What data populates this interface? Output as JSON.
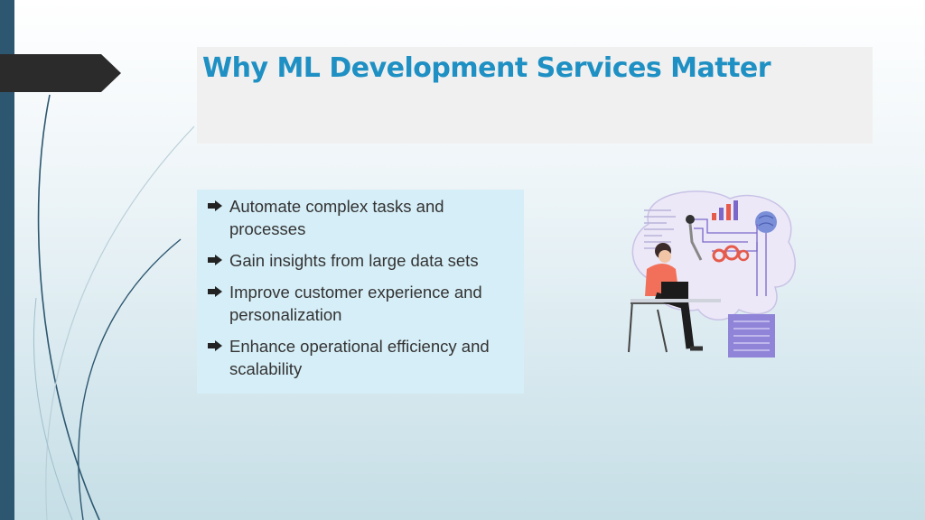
{
  "slide": {
    "title": "Why ML Development Services Matter",
    "bullets": [
      "Automate complex tasks and processes",
      "Gain insights from large data sets",
      "Improve customer experience and personalization",
      "Enhance operational efficiency and scalability"
    ]
  },
  "icons": {
    "bullet": "arrow-bullet-icon",
    "illustration": "person-working-on-laptop-ai-illustration"
  },
  "colors": {
    "title": "#1f90c3",
    "left_bar": "#2d5770",
    "arrow_tab": "#2b2b2b",
    "bullet_box": "#d6eef7",
    "title_box": "#f0f0f0"
  }
}
